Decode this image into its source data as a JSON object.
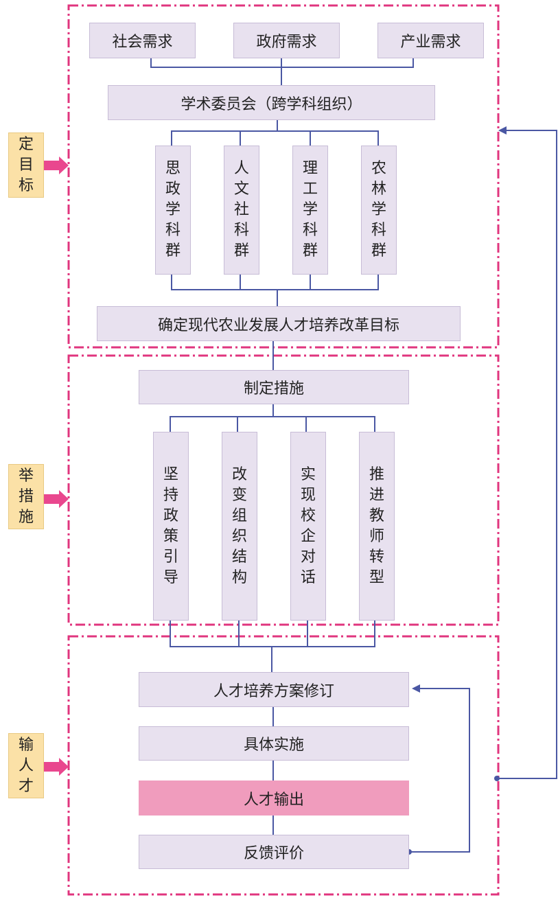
{
  "sections": {
    "goal": {
      "label": [
        "定",
        "目",
        "标"
      ],
      "needs": [
        "社会需求",
        "政府需求",
        "产业需求"
      ],
      "committee": "学术委员会（跨学科组织）",
      "groups": [
        [
          "思",
          "政",
          "学",
          "科",
          "群"
        ],
        [
          "人",
          "文",
          "社",
          "科",
          "群"
        ],
        [
          "理",
          "工",
          "学",
          "科",
          "群"
        ],
        [
          "农",
          "林",
          "学",
          "科",
          "群"
        ]
      ],
      "target": "确定现代农业发展人才培养改革目标"
    },
    "measures": {
      "label": [
        "举",
        "措",
        "施"
      ],
      "header": "制定措施",
      "items": [
        [
          "坚",
          "持",
          "政",
          "策",
          "引",
          "导"
        ],
        [
          "改",
          "变",
          "组",
          "织",
          "结",
          "构"
        ],
        [
          "实",
          "现",
          "校",
          "企",
          "对",
          "话"
        ],
        [
          "推",
          "进",
          "教",
          "师",
          "转",
          "型"
        ]
      ]
    },
    "output": {
      "label": [
        "输",
        "人",
        "才"
      ],
      "steps": [
        "人才培养方案修订",
        "具体实施",
        "人才输出",
        "反馈评价"
      ]
    }
  },
  "colors": {
    "dashed_border": "#e0357e",
    "box_fill": "#e8e1ef",
    "box_border": "#c7bcd6",
    "highlight_fill": "#f09cbd",
    "side_label_fill": "#fbe1a7",
    "arrow": "#e9478e",
    "connector": "#4a57a3"
  }
}
